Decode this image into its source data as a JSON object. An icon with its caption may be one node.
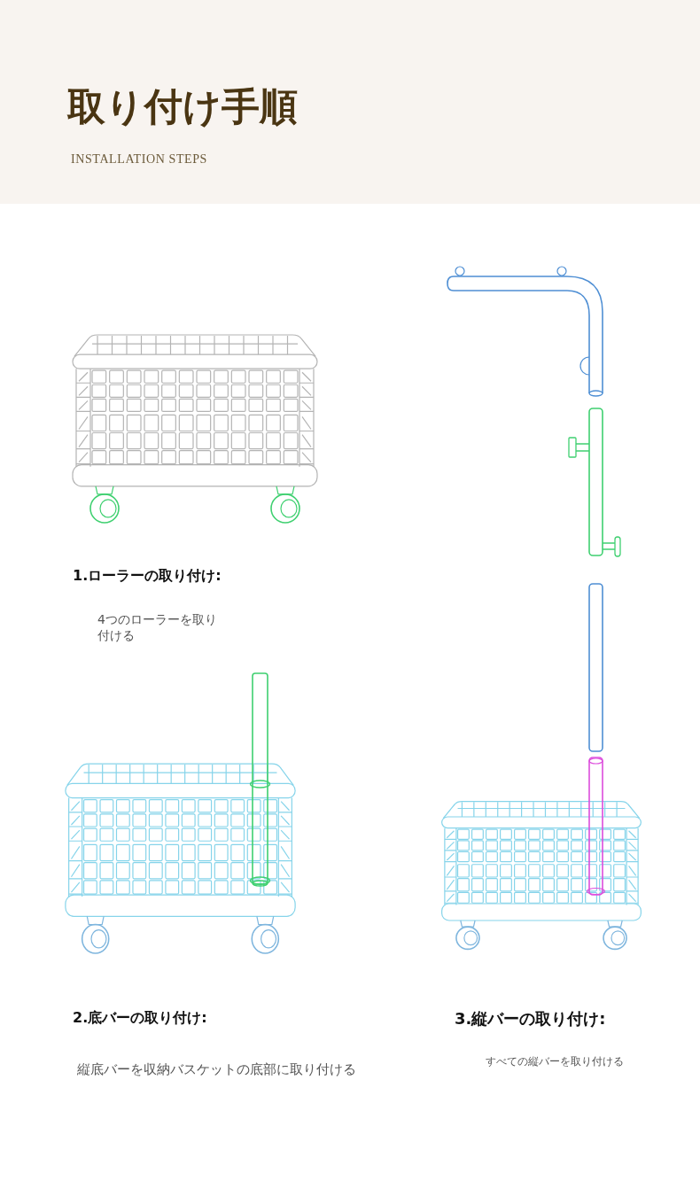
{
  "diagram": {
    "title": "取り付け手順",
    "labels": [
      "INSTALLATION STEPS",
      "1.ローラーの取り付け:",
      "4つのローラーを取り付ける",
      "2.底バーの取り付け:",
      "縦底バーを収納バスケットの底部に取り付ける",
      "3.縦バーの取り付け:",
      "すべての縦バーを取り付ける"
    ]
  }
}
